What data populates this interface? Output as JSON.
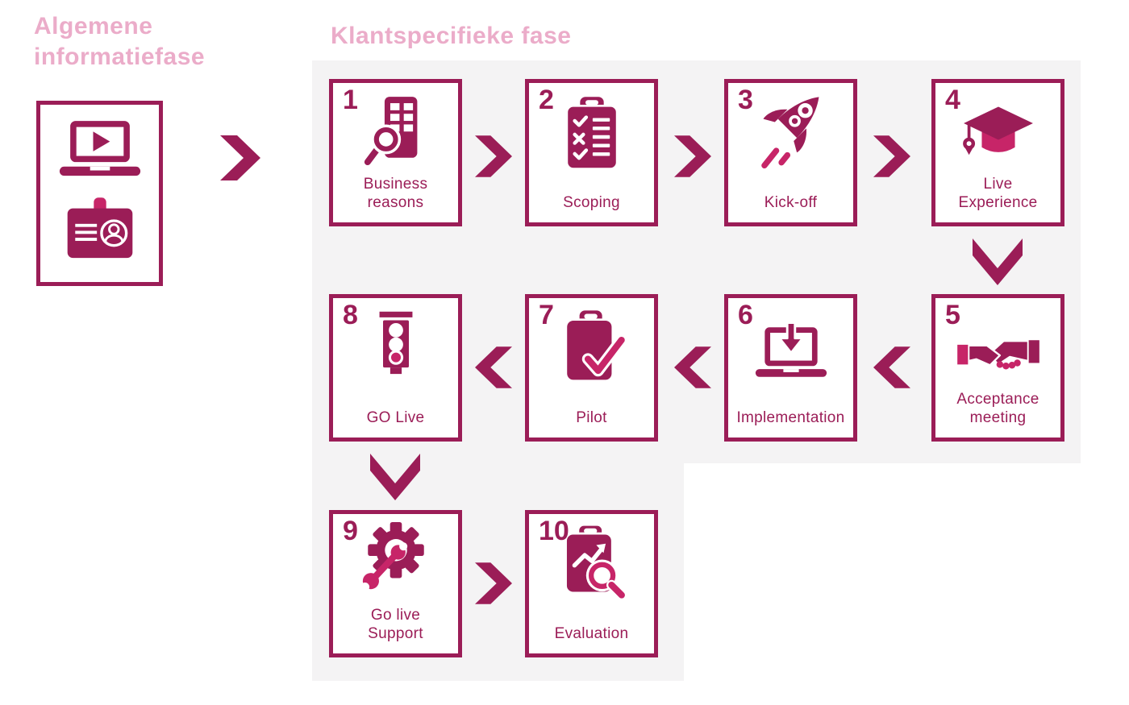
{
  "colors": {
    "accent_dark": "#9b1d57",
    "accent_bright": "#c72568",
    "title_pink": "#ebacc9",
    "panel_gray": "#f4f3f4",
    "background": "#ffffff"
  },
  "titles": {
    "general_phase": "Algemene informatiefase",
    "client_phase": "Klantspecifieke fase"
  },
  "intro_box": {
    "icons": [
      "laptop-video-icon",
      "id-badge-icon"
    ]
  },
  "steps": [
    {
      "number": "1",
      "label": "Business reasons",
      "icon": "building-search-icon"
    },
    {
      "number": "2",
      "label": "Scoping",
      "icon": "checklist-icon"
    },
    {
      "number": "3",
      "label": "Kick-off",
      "icon": "rocket-icon"
    },
    {
      "number": "4",
      "label": "Live Experience",
      "icon": "graduation-cap-icon"
    },
    {
      "number": "5",
      "label": "Acceptance meeting",
      "icon": "handshake-icon"
    },
    {
      "number": "6",
      "label": "Implementation",
      "icon": "laptop-download-icon"
    },
    {
      "number": "7",
      "label": "Pilot",
      "icon": "clipboard-check-icon"
    },
    {
      "number": "8",
      "label": "GO Live",
      "icon": "traffic-light-icon"
    },
    {
      "number": "9",
      "label": "Go live Support",
      "icon": "gear-wrench-icon"
    },
    {
      "number": "10",
      "label": "Evaluation",
      "icon": "clipboard-chart-search-icon"
    }
  ]
}
